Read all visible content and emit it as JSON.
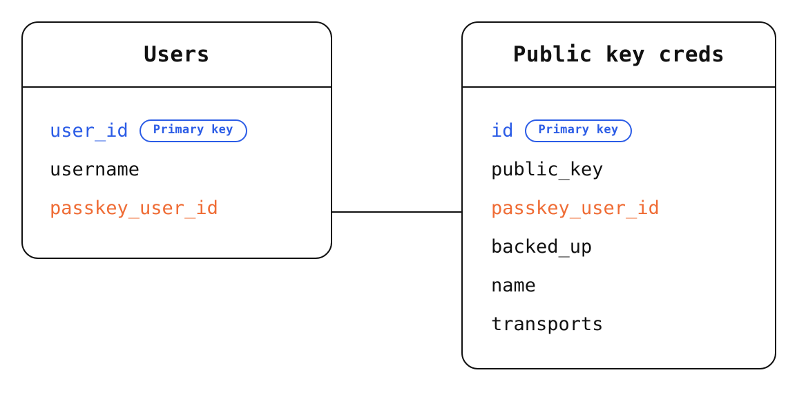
{
  "diagram": {
    "type": "entity-relationship-diagram",
    "background_color": "#ffffff",
    "colors": {
      "primary_key": "#2b5ce6",
      "foreign_key": "#ef6c35",
      "text": "#111111",
      "border": "#111111"
    }
  },
  "entities": [
    {
      "id": "users",
      "title": "Users",
      "fields": [
        {
          "name": "user_id",
          "role": "pk",
          "badge": "Primary key"
        },
        {
          "name": "username",
          "role": "plain",
          "badge": null
        },
        {
          "name": "passkey_user_id",
          "role": "fk",
          "badge": null
        }
      ]
    },
    {
      "id": "public-key-creds",
      "title": "Public key creds",
      "fields": [
        {
          "name": "id",
          "role": "pk",
          "badge": "Primary key"
        },
        {
          "name": "public_key",
          "role": "plain",
          "badge": null
        },
        {
          "name": "passkey_user_id",
          "role": "fk",
          "badge": null
        },
        {
          "name": "backed_up",
          "role": "plain",
          "badge": null
        },
        {
          "name": "name",
          "role": "plain",
          "badge": null
        },
        {
          "name": "transports",
          "role": "plain",
          "badge": null
        }
      ]
    }
  ],
  "relationships": [
    {
      "id": "users-to-public-key-creds",
      "from": "users.passkey_user_id",
      "to": "public-key-creds.passkey_user_id",
      "style": "solid-line"
    }
  ]
}
